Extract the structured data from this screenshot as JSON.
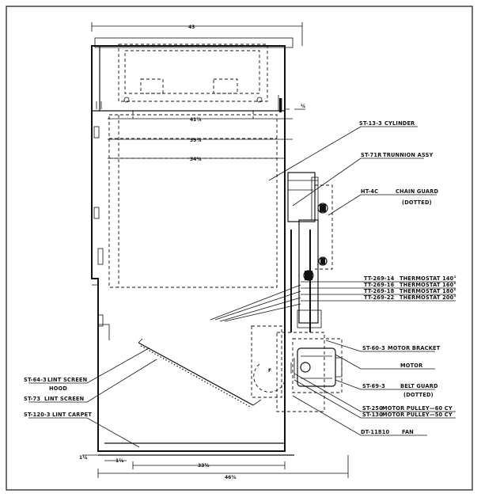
{
  "dimensions": {
    "top_width": "43",
    "d_41": "41⅞",
    "d_39": "39⅞",
    "d_34": "34⅝",
    "d_quarter": "¼",
    "left_offset": "1⅛",
    "base_inner": "1⅞",
    "d_33": "33⅝",
    "bottom_width": "46⅝"
  },
  "parts": [
    {
      "part_no": "ST-13-3",
      "name": "CYLINDER"
    },
    {
      "part_no": "ST-71R",
      "name": "TRUNNION ASSY"
    },
    {
      "part_no": "HT-4C",
      "name": "CHAIN GUARD",
      "note": "(DOTTED)"
    },
    {
      "part_no": "TT-269-14",
      "name": "THERMOSTAT 140°"
    },
    {
      "part_no": "TT-269-16",
      "name": "THERMOSTAT 160°"
    },
    {
      "part_no": "TT-269-18",
      "name": "THERMOSTAT 180°"
    },
    {
      "part_no": "TT-269-22",
      "name": "THERMOSTAT 200°"
    },
    {
      "part_no": "ST-60-3",
      "name": "MOTOR BRACKET"
    },
    {
      "part_no": "",
      "name": "MOTOR"
    },
    {
      "part_no": "ST-69-3",
      "name": "BELT GUARD",
      "note": "(DOTTED)"
    },
    {
      "part_no": "ST-250",
      "name": "MOTOR PULLEY—60 CY"
    },
    {
      "part_no": "ST-130",
      "name": "MOTOR PULLEY—50 CY"
    },
    {
      "part_no": "DT-11810",
      "name": "FAN"
    },
    {
      "part_no": "ST-64-3",
      "name": "LINT SCREEN",
      "note": "HOOD"
    },
    {
      "part_no": "ST-73",
      "name": "LINT SCREEN"
    },
    {
      "part_no": "ST-120-3",
      "name": "LINT CARPET"
    }
  ]
}
